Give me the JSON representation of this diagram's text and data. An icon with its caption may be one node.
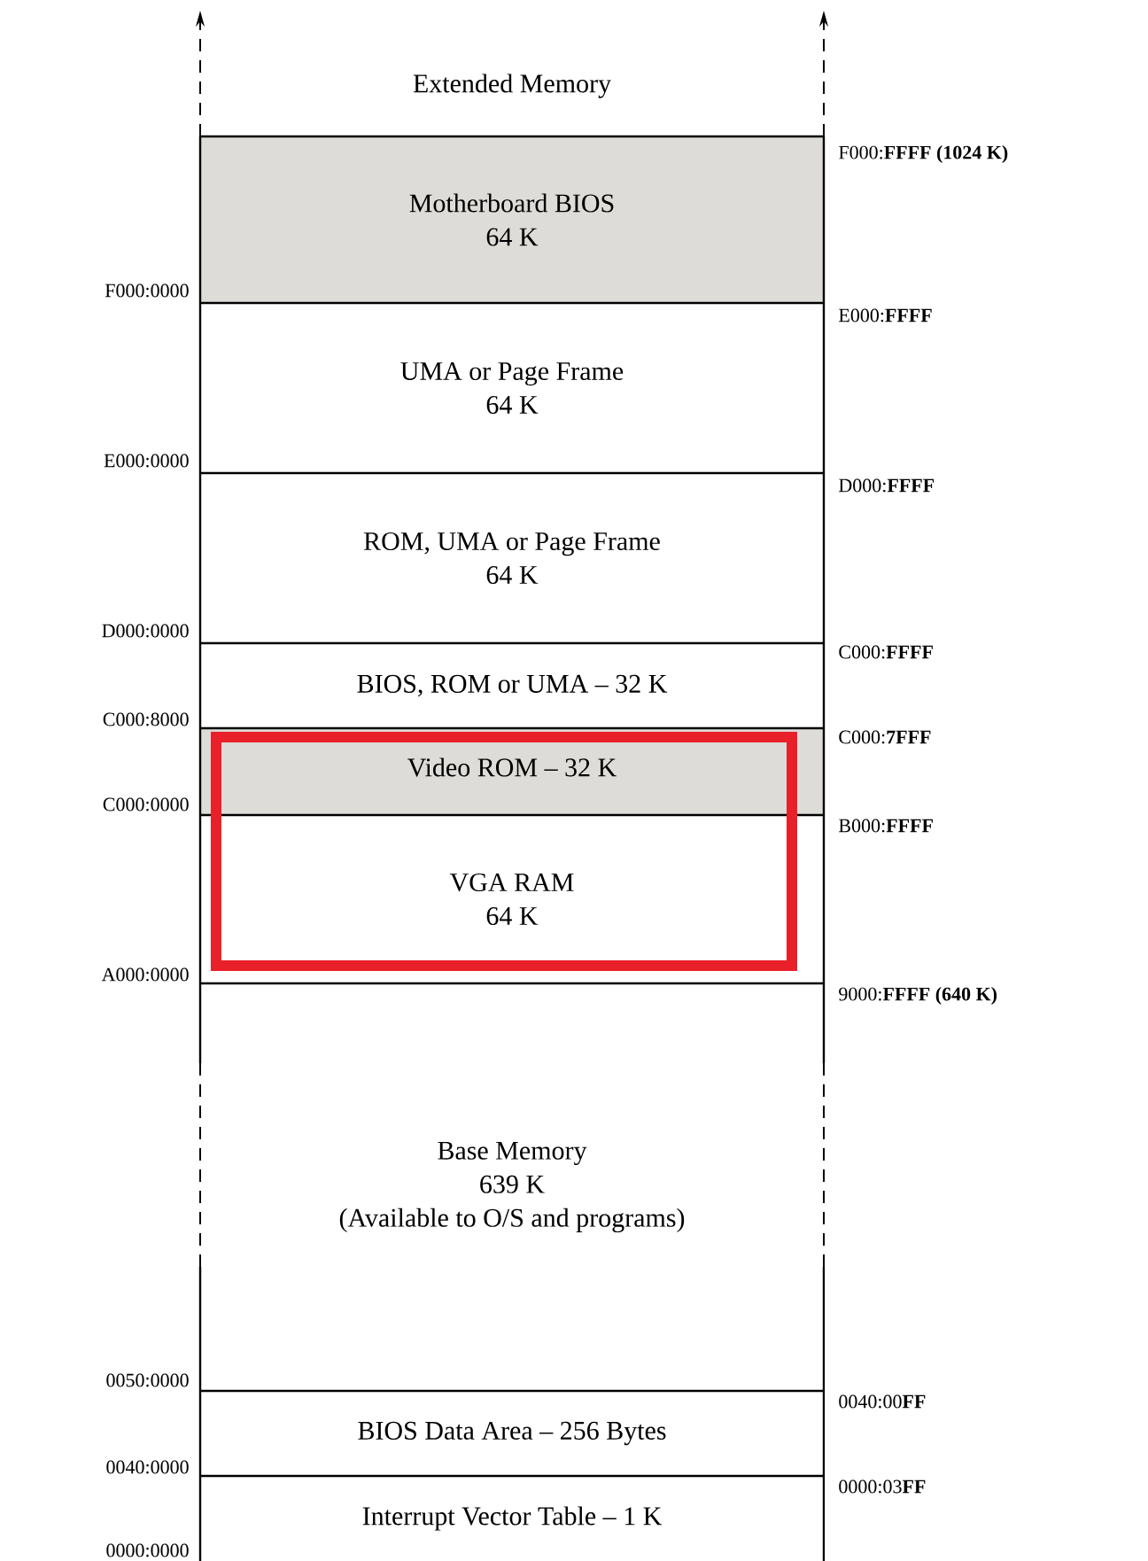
{
  "diagram": {
    "nodes": [
      {
        "text": [
          "Extended Memory"
        ]
      },
      {
        "text": [
          "Motherboard BIOS",
          "64 K"
        ]
      },
      {
        "text": [
          "UMA or Page Frame",
          "64 K"
        ]
      },
      {
        "text": [
          "ROM, UMA or Page Frame",
          "64 K"
        ]
      },
      {
        "text": [
          "BIOS, ROM or UMA – 32 K"
        ]
      },
      {
        "text": [
          "Video ROM – 32 K"
        ]
      },
      {
        "text": [
          "VGA RAM",
          "64 K"
        ]
      },
      {
        "text": [
          "Base Memory",
          "639 K",
          "(Available to O/S and programs)"
        ]
      },
      {
        "text": [
          "BIOS Data Area – 256 Bytes"
        ]
      },
      {
        "text": [
          "Interrupt Vector Table – 1 K"
        ]
      }
    ],
    "labels": [
      "F000:**FFFF (1024 K)**",
      "F000:0000",
      "E000:**FFFF**",
      "E000:0000",
      "D000:**FFFF**",
      "D000:0000",
      "C000:**FFFF**",
      "C000:8000",
      "C000:**7FFF**",
      "C000:0000",
      "B000:**FFFF**",
      "A000:0000",
      "9000:**FFFF (640 K)**",
      "0050:0000",
      "0040:00**FF**",
      "0040:0000",
      "0000:03**FF**",
      "0000:0000"
    ]
  }
}
